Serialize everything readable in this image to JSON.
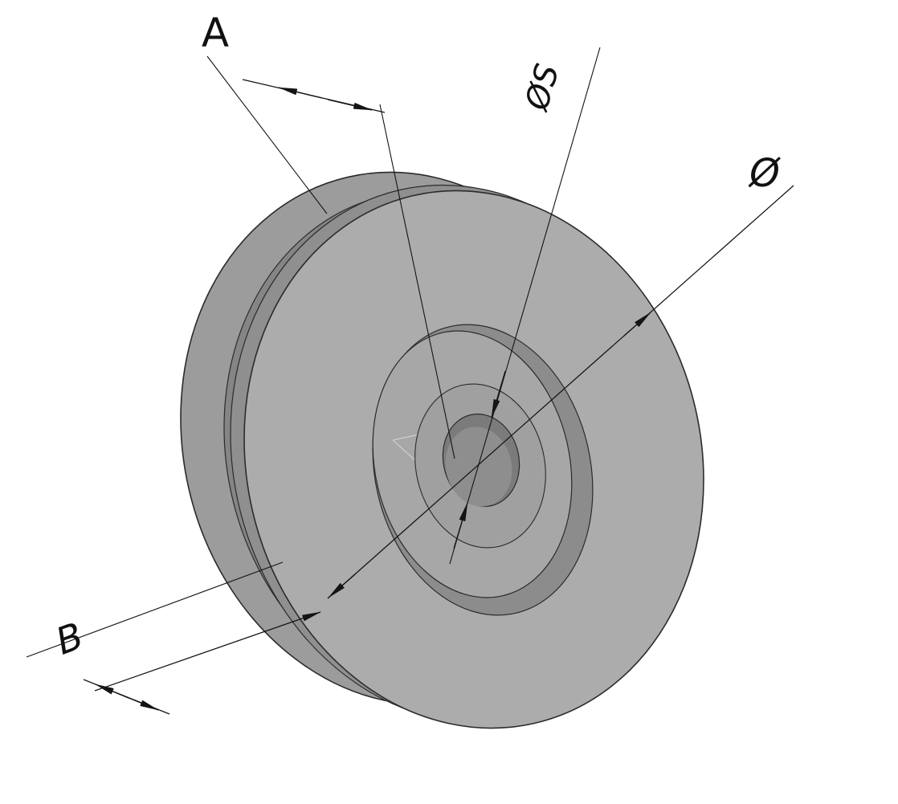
{
  "drawing": {
    "labels": {
      "width_a": "A",
      "hub_diameter": "ØS",
      "outer_diameter": "Ø",
      "width_b": "B"
    },
    "colors": {
      "background": "#ffffff",
      "edge": "#2b2b2b",
      "line": "#141414",
      "body": "#acacac",
      "flange_rear": "#9c9c9c",
      "groove": "#858585",
      "rim_side": "#8f8f8f",
      "ring_side": "#8c8c8c",
      "ring_face": "#a7a7a7",
      "boss": "#a0a0a0",
      "bore": "#7b7b7b",
      "bore_inner": "#8e8e8e"
    }
  }
}
